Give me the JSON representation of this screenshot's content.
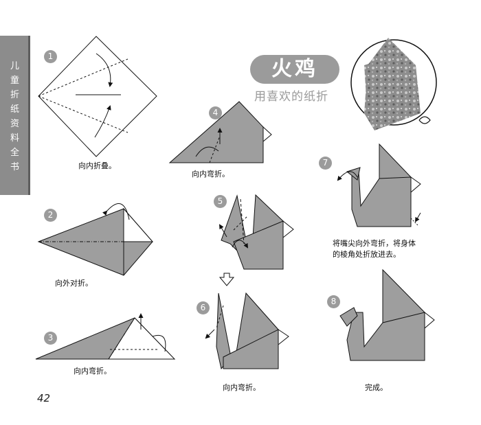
{
  "sidebar": {
    "text": "儿童折纸资料全书"
  },
  "header": {
    "title": "火鸡",
    "subtitle": "用喜欢的纸折"
  },
  "steps": [
    {
      "num": "1",
      "caption": "向内折叠。"
    },
    {
      "num": "2",
      "caption": "向外对折。"
    },
    {
      "num": "3",
      "caption": "向内弯折。"
    },
    {
      "num": "4",
      "caption": "向内弯折。"
    },
    {
      "num": "5",
      "caption": ""
    },
    {
      "num": "6",
      "caption": "向内弯折。"
    },
    {
      "num": "7",
      "caption_line1": "将嘴尖向外弯折，将身体",
      "caption_line2": "的棱角处折放进去。"
    },
    {
      "num": "8",
      "caption": "完成。"
    }
  ],
  "page_number": "42",
  "colors": {
    "fold_fill": "#9e9e9e",
    "tab": "#8c8c8c",
    "badge": "#9b9b9b"
  }
}
